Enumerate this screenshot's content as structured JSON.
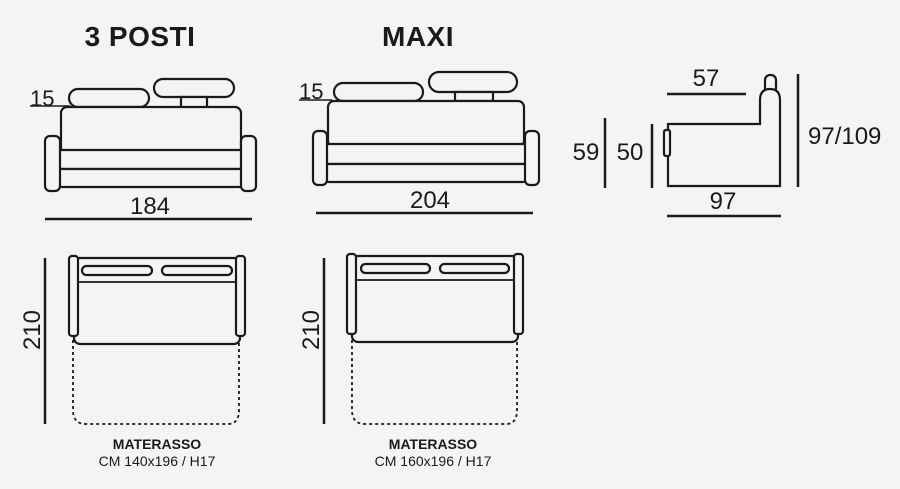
{
  "models": [
    {
      "title": "3 POSTI",
      "headrest_height": "15",
      "width": "184",
      "depth_open": "210",
      "mattress_label": "MATERASSO",
      "mattress_size": "CM 140x196 / H17"
    },
    {
      "title": "MAXI",
      "headrest_height": "15",
      "width": "204",
      "depth_open": "210",
      "mattress_label": "MATERASSO",
      "mattress_size": "CM 160x196 / H17"
    }
  ],
  "side_view": {
    "seat_depth": "57",
    "height_arm": "59",
    "height_seat": "50",
    "height_total": "97/109",
    "depth": "97"
  }
}
